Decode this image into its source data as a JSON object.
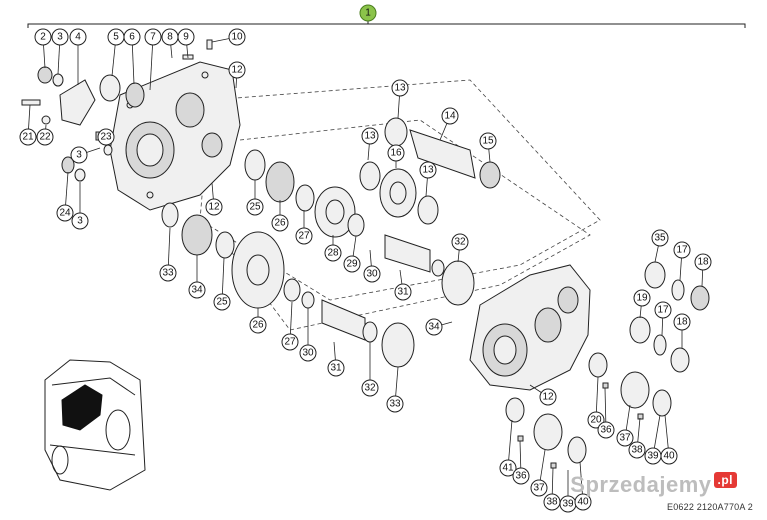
{
  "diagram": {
    "assembly_label": "1",
    "reference_code": "E0622 2120A770A 2",
    "watermark_text": "Sprzedajemy",
    "watermark_tld": ".pl",
    "accent_color": "#8bc34a",
    "callouts": [
      "2",
      "3",
      "4",
      "5",
      "6",
      "7",
      "8",
      "9",
      "10",
      "12",
      "21",
      "22",
      "23",
      "3",
      "24",
      "3",
      "12",
      "13",
      "14",
      "13",
      "16",
      "15",
      "13",
      "25",
      "26",
      "27",
      "28",
      "29",
      "30",
      "31",
      "32",
      "33",
      "34",
      "25",
      "26",
      "27",
      "30",
      "31",
      "32",
      "33",
      "34",
      "12",
      "35",
      "17",
      "18",
      "19",
      "17",
      "18",
      "20",
      "36",
      "37",
      "38",
      "39",
      "40",
      "41",
      "36",
      "37",
      "38",
      "39",
      "40",
      "41"
    ]
  }
}
